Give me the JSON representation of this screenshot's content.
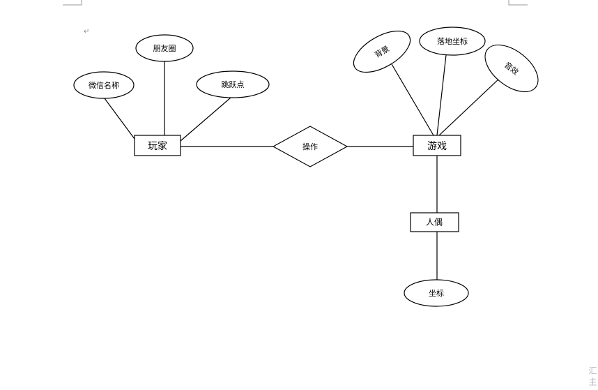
{
  "entities": {
    "player": "玩家",
    "game": "游戏",
    "puppet": "人偶"
  },
  "relationship": "操作",
  "attributes": {
    "wechat_name": "微信名称",
    "moments": "朋友圈",
    "jump_point": "跳跃点",
    "background": "背景",
    "landing_coord": "落地坐标",
    "sound": "音效",
    "coord": "坐标"
  },
  "paragraph_mark": "↵",
  "side_text": "汇 主"
}
